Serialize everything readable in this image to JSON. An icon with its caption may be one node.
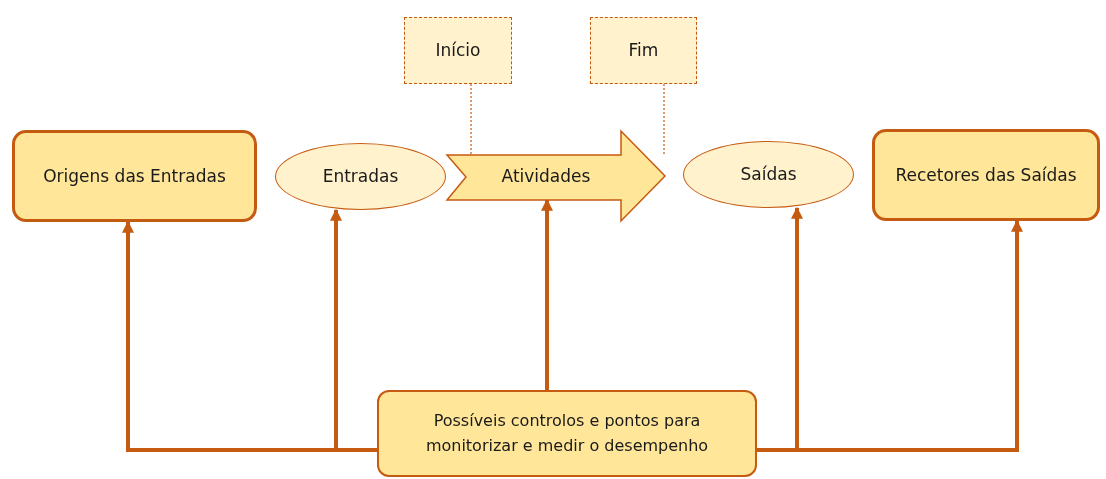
{
  "diagram": {
    "nodes": [
      {
        "text": [
          "Início"
        ]
      },
      {
        "text": [
          "Fim"
        ]
      },
      {
        "text": [
          "Origens das Entradas"
        ]
      },
      {
        "text": [
          "Entradas"
        ]
      },
      {
        "text": [
          "Atividades"
        ]
      },
      {
        "text": [
          "Saídas"
        ]
      },
      {
        "text": [
          "Recetores das Saídas"
        ]
      },
      {
        "text": [
          "Possíveis controlos e pontos para monitorizar e medir o desempenho"
        ]
      }
    ],
    "edges": [
      {
        "from": 0,
        "to": 4,
        "arrow": "none",
        "style": "dashed"
      },
      {
        "from": 1,
        "to": 4,
        "arrow": "none",
        "style": "dashed"
      },
      {
        "from": 7,
        "to": 2,
        "arrow": "to"
      },
      {
        "from": 7,
        "to": 3,
        "arrow": "to"
      },
      {
        "from": 7,
        "to": 4,
        "arrow": "to"
      },
      {
        "from": 7,
        "to": 5,
        "arrow": "to"
      },
      {
        "from": 7,
        "to": 6,
        "arrow": "to"
      }
    ]
  }
}
